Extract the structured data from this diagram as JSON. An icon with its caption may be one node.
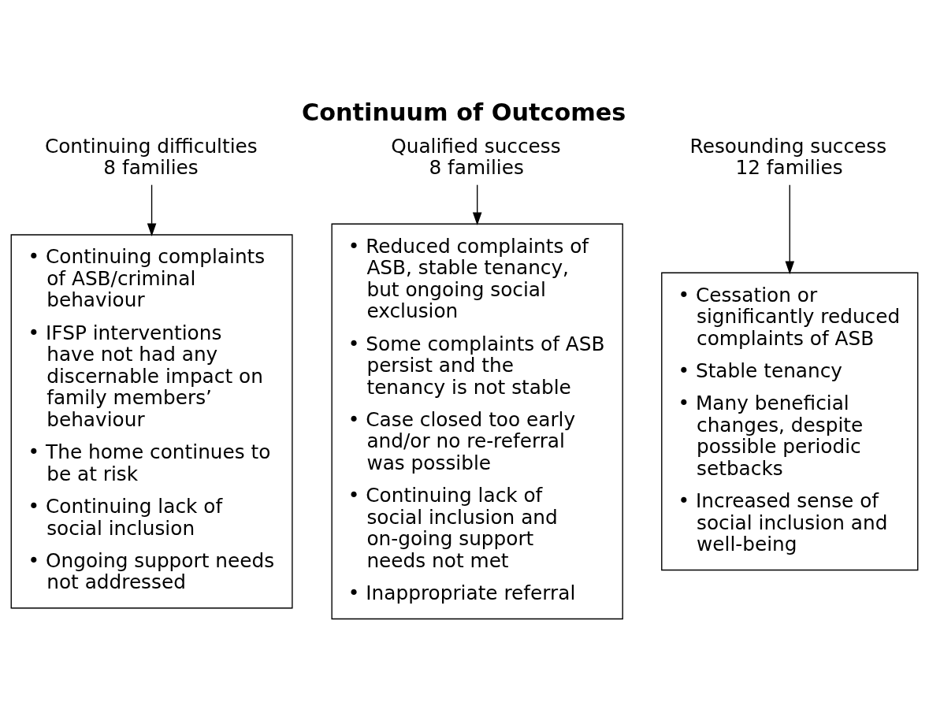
{
  "diagram": {
    "title": "Continuum of Outcomes",
    "nodes": [
      {
        "text": [
          "Continuing difficulties",
          "8 families"
        ]
      },
      {
        "text": [
          "Qualified success",
          "8 families"
        ]
      },
      {
        "text": [
          "Resounding success",
          "12 families"
        ]
      },
      {
        "text": [
          "• Continuing complaints of ASB/criminal behaviour",
          "• IFSP interventions have not had any discernable impact on family members’ behaviour",
          "• The home continues to be at risk",
          "• Continuing lack of social inclusion",
          "• Ongoing support needs not addressed"
        ]
      },
      {
        "text": [
          "• Reduced complaints of ASB, stable tenancy, but ongoing social exclusion",
          "• Some complaints of ASB persist and the tenancy is not stable",
          "• Case closed too early and/or no re-referral was possible",
          "• Continuing lack of social inclusion and on-going support needs not met",
          "• Inappropriate referral"
        ]
      },
      {
        "text": [
          "• Cessation or significantly reduced complaints of ASB",
          "• Stable tenancy",
          "• Many beneficial changes, despite possible periodic setbacks",
          "• Increased sense of social inclusion and well-being"
        ]
      }
    ],
    "edges": [
      {
        "from": 0,
        "to": 3,
        "arrow": "to"
      },
      {
        "from": 1,
        "to": 4,
        "arrow": "to"
      },
      {
        "from": 2,
        "to": 5,
        "arrow": "to"
      }
    ]
  }
}
